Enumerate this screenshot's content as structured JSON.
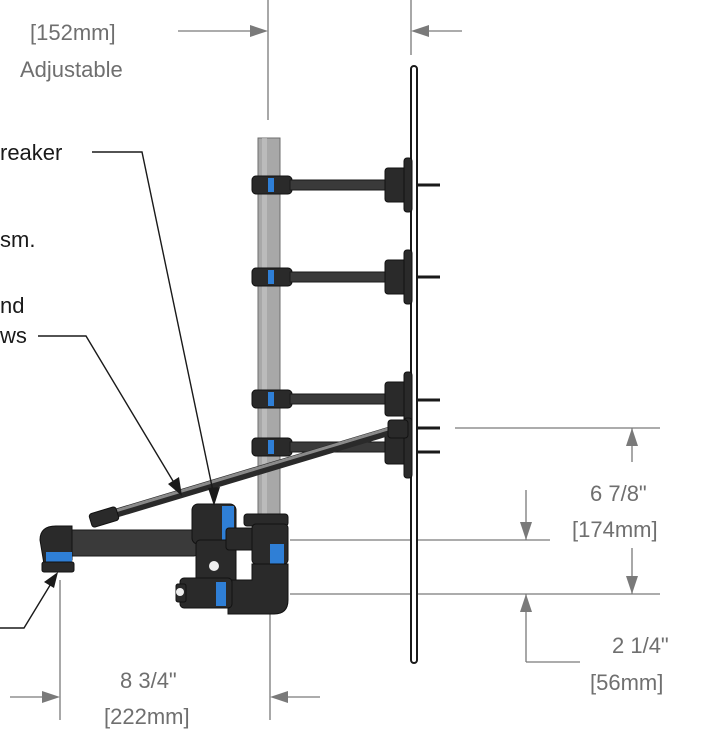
{
  "dimensions": {
    "top": {
      "metric": "[152mm]",
      "note": "Adjustable"
    },
    "right_upper": {
      "imperial": "6 7/8\"",
      "metric": "[174mm]"
    },
    "right_lower": {
      "imperial": "2 1/4\"",
      "metric": "[56mm]"
    },
    "bottom": {
      "imperial": "8 3/4\"",
      "metric": "[222mm]"
    }
  },
  "callouts": {
    "vacuum_breaker": "reaker",
    "mechanism": "sm.",
    "line3": "nd",
    "line4": "ws"
  },
  "colors": {
    "accent_blue": "#2f7fd6",
    "pipe_dark": "#3a3a3a",
    "dimension_gray": "#7a7a7a"
  }
}
